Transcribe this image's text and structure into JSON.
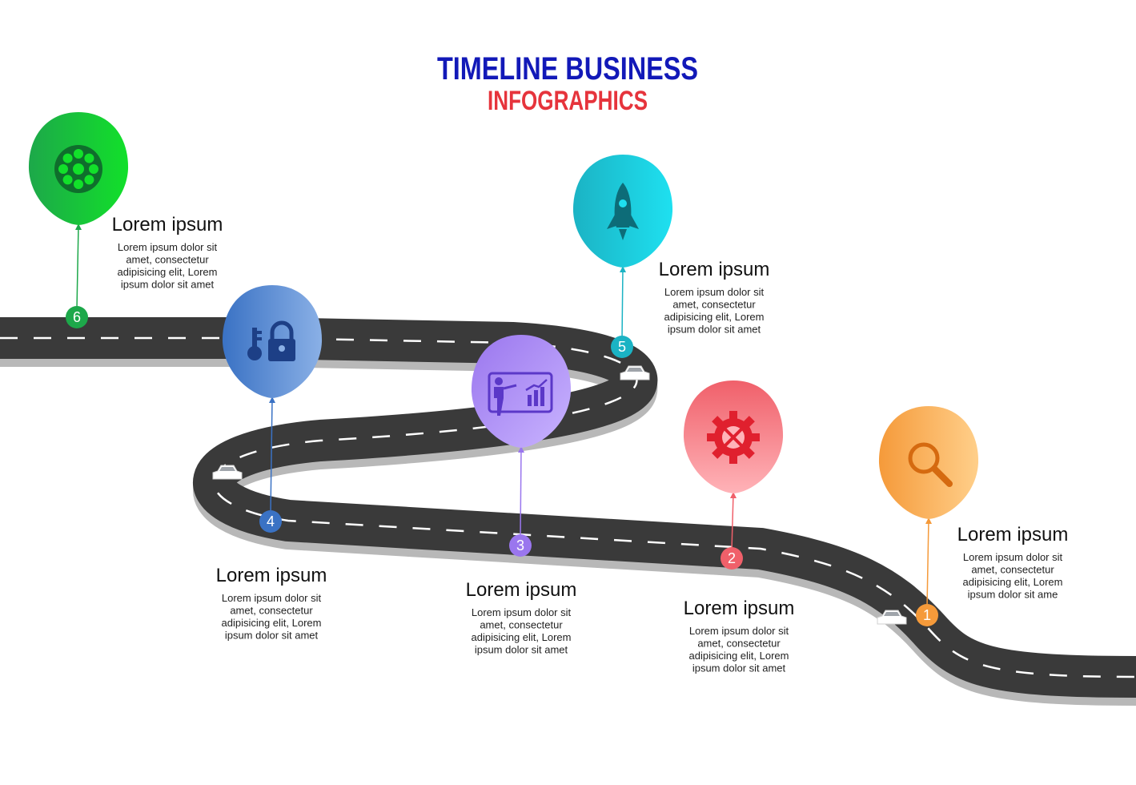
{
  "title": {
    "line1": "TIMELINE BUSINESS",
    "line2": "INFOGRAPHICS",
    "line1_color": "#1219b8",
    "line2_color": "#e6343c"
  },
  "road": {
    "surface_color": "#3a3a3a",
    "edge_color": "#b8b8b8",
    "dash_color": "#ffffff"
  },
  "steps": [
    {
      "number": "1",
      "heading": "Lorem ipsum",
      "body": [
        "Lorem ipsum dolor sit",
        "amet, consectetur",
        "adipisicing elit, Lorem",
        "ipsum dolor sit ame"
      ],
      "icon": "magnifier-icon",
      "color": "#f59a3a",
      "color_light": "#ffcf8a"
    },
    {
      "number": "2",
      "heading": "Lorem ipsum",
      "body": [
        "Lorem ipsum dolor sit",
        "amet, consectetur",
        "adipisicing elit, Lorem",
        "ipsum dolor sit amet"
      ],
      "icon": "gear-tools-icon",
      "color": "#f0606a",
      "color_light": "#ffb3b8"
    },
    {
      "number": "3",
      "heading": "Lorem ipsum",
      "body": [
        "Lorem ipsum dolor sit",
        "amet, consectetur",
        "adipisicing elit, Lorem",
        "ipsum dolor sit amet"
      ],
      "icon": "presentation-chart-icon",
      "color": "#9a76ee",
      "color_light": "#c9b4ff"
    },
    {
      "number": "4",
      "heading": "Lorem ipsum",
      "body": [
        "Lorem ipsum dolor sit",
        "amet, consectetur",
        "adipisicing elit, Lorem",
        "ipsum dolor sit amet"
      ],
      "icon": "key-lock-icon",
      "color": "#3a72c4",
      "color_light": "#8ab0e6"
    },
    {
      "number": "5",
      "heading": "Lorem ipsum",
      "body": [
        "Lorem ipsum dolor sit",
        "amet, consectetur",
        "adipisicing elit, Lorem",
        "ipsum dolor sit amet"
      ],
      "icon": "rocket-icon",
      "color": "#1bb3c4",
      "color_light": "#1ee0f0"
    },
    {
      "number": "6",
      "heading": "Lorem ipsum",
      "body": [
        "Lorem ipsum dolor sit",
        "amet, consectetur",
        "adipisicing elit, Lorem",
        "ipsum dolor sit amet"
      ],
      "icon": "film-reel-icon",
      "color": "#1da84a",
      "color_light": "#12e02a"
    }
  ]
}
